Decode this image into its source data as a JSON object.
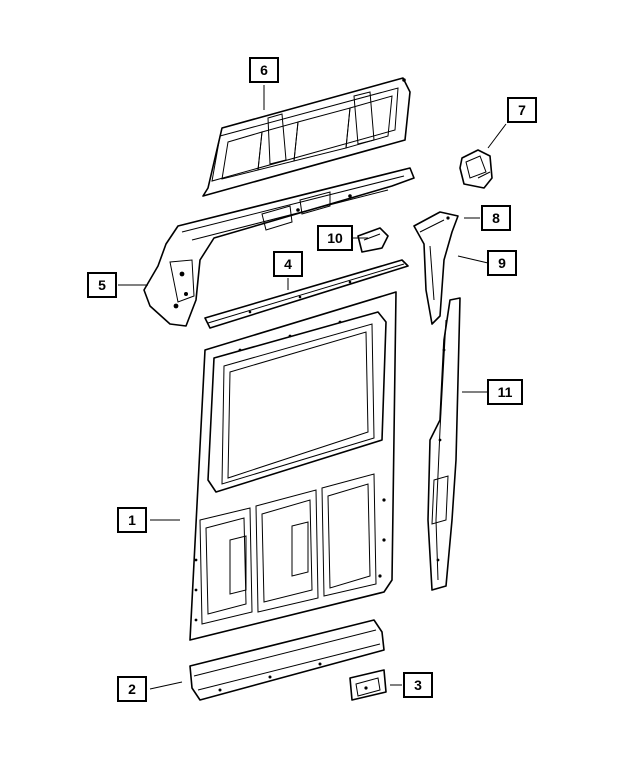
{
  "callouts": [
    {
      "id": "1",
      "part": "side-panel"
    },
    {
      "id": "2",
      "part": "lower-rocker-rail"
    },
    {
      "id": "3",
      "part": "small-bracket"
    },
    {
      "id": "4",
      "part": "upper-rail-strip"
    },
    {
      "id": "5",
      "part": "roof-rail-with-pillar"
    },
    {
      "id": "6",
      "part": "upper-window-panel"
    },
    {
      "id": "7",
      "part": "corner-cap"
    },
    {
      "id": "8",
      "part": "pillar-top-bracket"
    },
    {
      "id": "9",
      "part": "upper-pillar-trim"
    },
    {
      "id": "10",
      "part": "small-clip"
    },
    {
      "id": "11",
      "part": "rear-pillar-trim"
    }
  ]
}
